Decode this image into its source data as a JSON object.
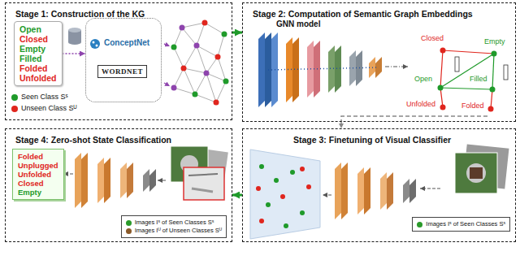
{
  "diagram": {
    "nodes": [
      {
        "text": [
          "Stage 1: Construction of the KG"
        ]
      },
      {
        "text": [
          "Open",
          "Closed",
          "Empty",
          "Filled",
          "Folded",
          "Unfolded"
        ],
        "in": 0
      },
      {
        "text": [
          "ConceptNet",
          "WORDNET"
        ],
        "in": 0
      },
      {
        "text": [
          "Stage 2: Computation of Semantic Graph Embeddings"
        ]
      },
      {
        "text": [
          "Stage 4: Zero-shot State Classification"
        ]
      },
      {
        "text": [
          "Folded",
          "Unplugged",
          "Unfolded",
          "Closed",
          "Empty"
        ],
        "in": 4
      },
      {
        "text": [
          "Images Iˢ of Seen Classes Sˢ",
          "Images Iᵁ of Unseen Classes Sᵁ"
        ],
        "in": 4
      },
      {
        "text": [
          "Stage 3: Finetuning of Visual Classifier"
        ]
      },
      {
        "text": [
          "Images Iˢ of Seen Classes Sˢ"
        ],
        "in": 7
      }
    ],
    "edges": [
      {
        "from": 0,
        "to": 3,
        "arrow": "to"
      },
      {
        "from": 3,
        "to": 7,
        "arrow": "to"
      },
      {
        "from": 7,
        "to": 4,
        "arrow": "to"
      },
      {
        "from": 1,
        "to": 2,
        "arrow": "to"
      }
    ],
    "labels": [
      "GNN model",
      "Closed",
      "Empty",
      "Filled",
      "Open",
      "Unfolded",
      "Folded"
    ],
    "legend": [
      {
        "text": "Seen Class Sˢ",
        "color": "#1f9a2a"
      },
      {
        "text": "Unseen Class Sᵁ",
        "color": "#e0261e"
      }
    ]
  }
}
